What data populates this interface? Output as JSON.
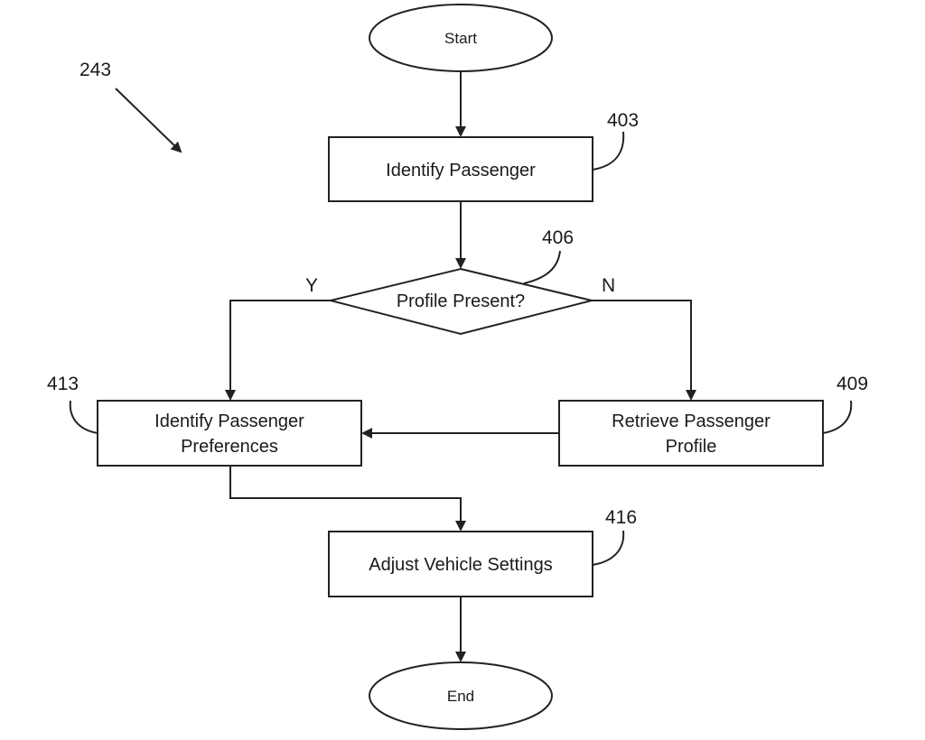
{
  "diagram": {
    "figure_ref": "243",
    "nodes": {
      "start": {
        "label": "Start"
      },
      "identify_passenger": {
        "label": "Identify Passenger",
        "ref": "403"
      },
      "profile_present": {
        "label": "Profile Present?",
        "ref": "406"
      },
      "retrieve_profile": {
        "label_line1": "Retrieve Passenger",
        "label_line2": "Profile",
        "ref": "409"
      },
      "identify_preferences": {
        "label_line1": "Identify Passenger",
        "label_line2": "Preferences",
        "ref": "413"
      },
      "adjust_settings": {
        "label": "Adjust Vehicle Settings",
        "ref": "416"
      },
      "end": {
        "label": "End"
      }
    },
    "branches": {
      "yes_label": "Y",
      "no_label": "N"
    },
    "colors": {
      "stroke": "#222222",
      "fill": "#ffffff",
      "text": "#1a1a1a"
    }
  }
}
